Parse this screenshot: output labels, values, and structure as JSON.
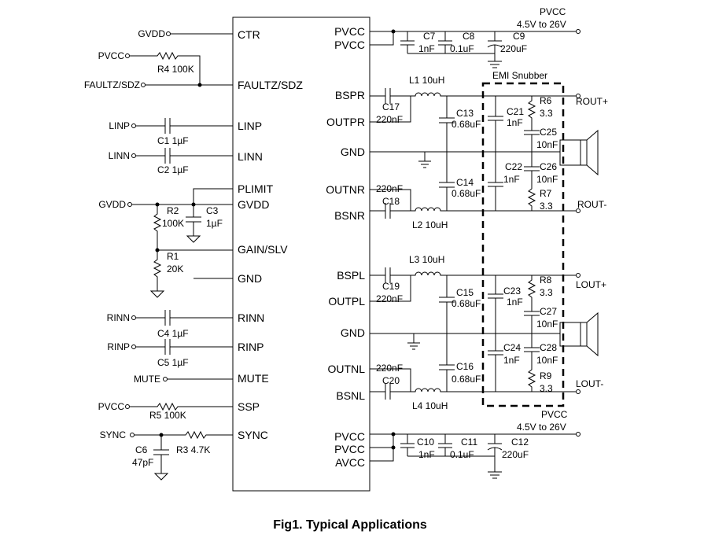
{
  "figure": {
    "caption": "Fig1. Typical Applications"
  },
  "ic_pins": {
    "left": [
      "CTR",
      "FAULTZ/SDZ",
      "LINP",
      "LINN",
      "PLIMIT",
      "GVDD",
      "GAIN/SLV",
      "GND",
      "RINN",
      "RINP",
      "MUTE",
      "SSP",
      "SYNC"
    ],
    "right": [
      "PVCC",
      "PVCC",
      "BSPR",
      "OUTPR",
      "GND",
      "OUTNR",
      "BSNR",
      "BSPL",
      "OUTPL",
      "GND",
      "OUTNL",
      "BSNL",
      "PVCC",
      "PVCC",
      "AVCC"
    ]
  },
  "left_nets": {
    "gvdd_top": "GVDD",
    "pvcc_r4": "PVCC",
    "faultz": "FAULTZ/SDZ",
    "linp": "LINP",
    "linn": "LINN",
    "gvdd_mid": "GVDD",
    "rinn": "RINN",
    "rinp": "RINP",
    "mute": "MUTE",
    "pvcc_r5": "PVCC",
    "sync": "SYNC"
  },
  "components": {
    "R4": {
      "ref": "R4",
      "value": "100K",
      "label": "R4 100K"
    },
    "C1": {
      "label": "C1 1µF"
    },
    "C2": {
      "label": "C2 1µF"
    },
    "R2": {
      "ref": "R2",
      "value": "100K"
    },
    "C3": {
      "ref": "C3",
      "value": "1µF"
    },
    "R1": {
      "ref": "R1",
      "value": "20K"
    },
    "C4": {
      "label": "C4 1µF"
    },
    "C5": {
      "label": "C5 1µF"
    },
    "R5": {
      "label": "R5 100K"
    },
    "R3": {
      "label": "R3 4.7K"
    },
    "C6": {
      "ref": "C6",
      "value": "47pF"
    },
    "C7": {
      "ref": "C7",
      "value": "1nF"
    },
    "C8": {
      "ref": "C8",
      "value": "0.1uF"
    },
    "C9": {
      "ref": "C9",
      "value": "220uF"
    },
    "C10": {
      "ref": "C10",
      "value": "1nF"
    },
    "C11": {
      "ref": "C11",
      "value": "0.1uF"
    },
    "C12": {
      "ref": "C12",
      "value": "220uF"
    },
    "C17": {
      "ref": "C17",
      "value": "220nF"
    },
    "C18": {
      "ref": "C18",
      "value": "220nF"
    },
    "C19": {
      "ref": "C19",
      "value": "220nF"
    },
    "C20": {
      "ref": "C20",
      "value": "220nF"
    },
    "L1": {
      "label": "L1 10uH"
    },
    "L2": {
      "label": "L2 10uH"
    },
    "L3": {
      "label": "L3 10uH"
    },
    "L4": {
      "label": "L4 10uH"
    },
    "C13": {
      "ref": "C13",
      "value": "0.68uF"
    },
    "C14": {
      "ref": "C14",
      "value": "0.68uF"
    },
    "C15": {
      "ref": "C15",
      "value": "0.68uF"
    },
    "C16": {
      "ref": "C16",
      "value": "0.68uF"
    },
    "C21": {
      "ref": "C21",
      "value": "1nF"
    },
    "C22": {
      "ref": "C22",
      "value": "1nF"
    },
    "C23": {
      "ref": "C23",
      "value": "1nF"
    },
    "C24": {
      "ref": "C24",
      "value": "1nF"
    },
    "C25": {
      "ref": "C25",
      "value": "10nF"
    },
    "C26": {
      "ref": "C26",
      "value": "10nF"
    },
    "C27": {
      "ref": "C27",
      "value": "10nF"
    },
    "C28": {
      "ref": "C28",
      "value": "10nF"
    },
    "R6": {
      "ref": "R6",
      "value": "3.3"
    },
    "R7": {
      "ref": "R7",
      "value": "3.3"
    },
    "R8": {
      "ref": "R8",
      "value": "3.3"
    },
    "R9": {
      "ref": "R9",
      "value": "3.3"
    }
  },
  "supply": {
    "top": {
      "name": "PVCC",
      "range": "4.5V to 26V"
    },
    "bottom": {
      "name": "PVCC",
      "range": "4.5V to 26V"
    }
  },
  "snubber_label": "EMI Snubber",
  "outputs": [
    "ROUT+",
    "ROUT-",
    "LOUT+",
    "LOUT-"
  ]
}
